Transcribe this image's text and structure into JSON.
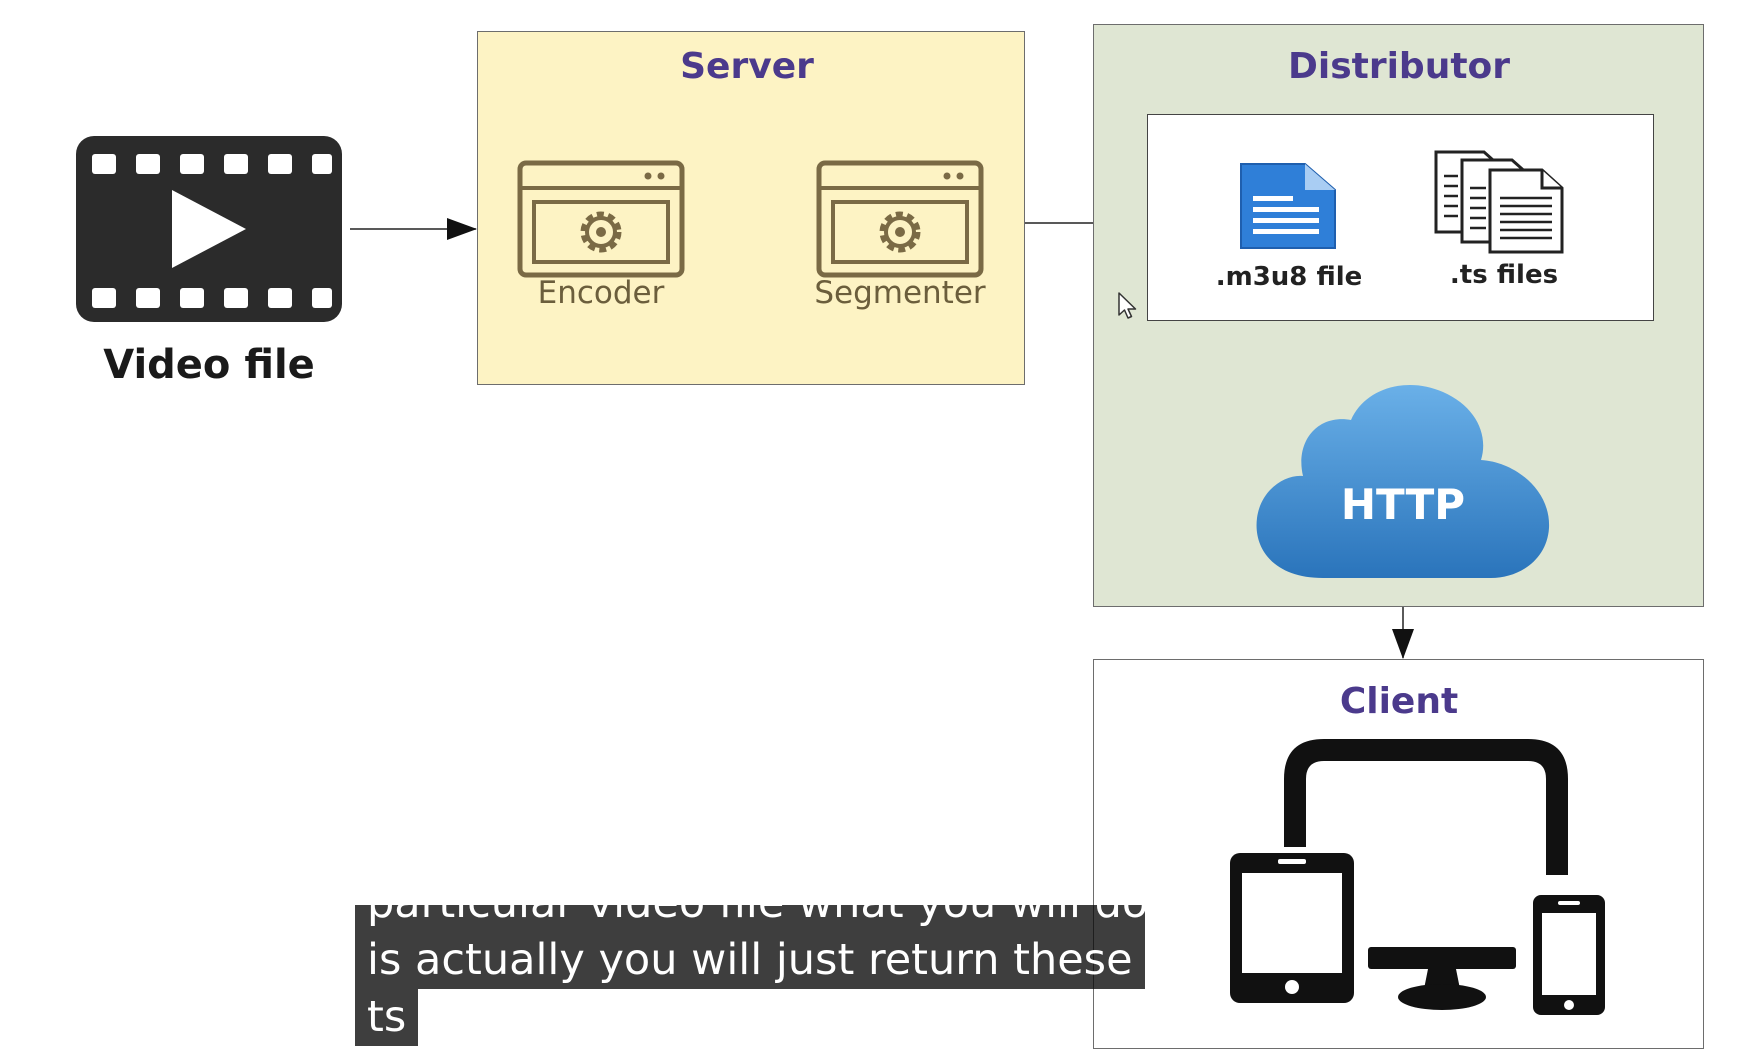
{
  "video": {
    "label": "Video file",
    "icon": "video-file-icon"
  },
  "server": {
    "title": "Server",
    "encoder_label": "Encoder",
    "segmenter_label": "Segmenter",
    "background": "#fdf3c4"
  },
  "distributor": {
    "title": "Distributor",
    "m3u8_label": ".m3u8 file",
    "ts_label": ".ts files",
    "http_label": "HTTP",
    "background": "#dfe6d3"
  },
  "client": {
    "title": "Client",
    "icon": "devices-icon"
  },
  "caption": {
    "line1": "particular video file what you will do",
    "line2": "is actually you will just return these",
    "line3": "ts"
  },
  "colors": {
    "title": "#4b3a8c",
    "component": "#6b5e3c",
    "cloud": "#3a86c8"
  }
}
